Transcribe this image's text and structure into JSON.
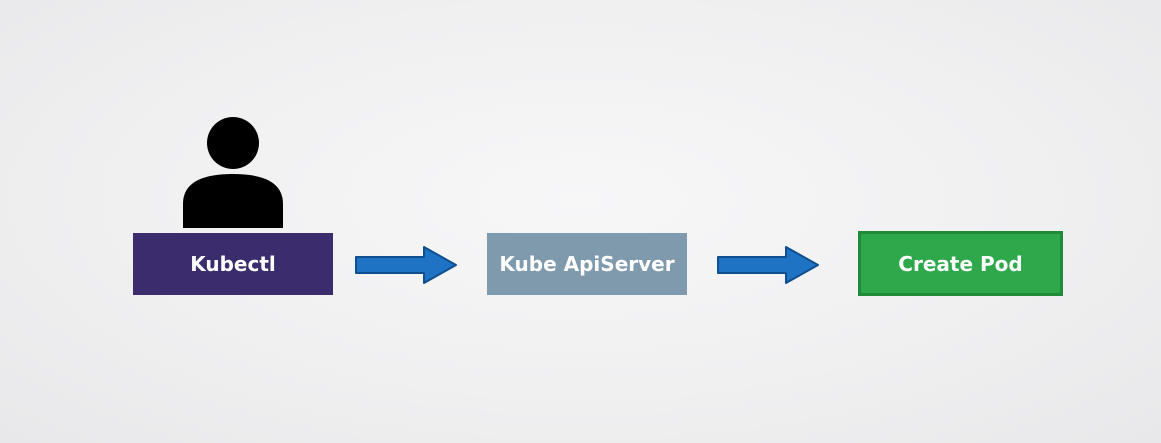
{
  "nodes": {
    "kubectl": {
      "label": "Kubectl",
      "color": "#3b2c6e"
    },
    "apiserver": {
      "label": "Kube ApiServer",
      "color": "#7f9aad"
    },
    "create_pod": {
      "label": "Create Pod",
      "color": "#2ea84a",
      "border_color": "#1f8a37"
    }
  },
  "icons": {
    "user": "person-icon",
    "flow_1": "arrow-right-icon",
    "flow_2": "arrow-right-icon"
  },
  "colors": {
    "arrow_fill": "#1f73c4",
    "arrow_stroke": "#0f4f8f",
    "person": "#000000"
  }
}
